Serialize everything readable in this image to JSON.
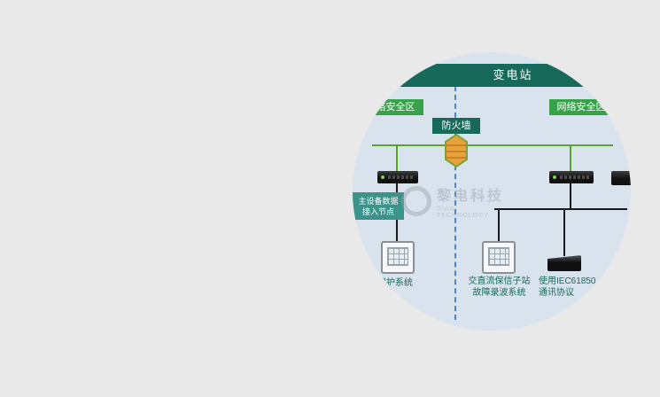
{
  "page": {
    "background": "#e9e9e9"
  },
  "diagram": {
    "header": {
      "label": "变电站"
    },
    "zones": {
      "left_label": "网络安全区",
      "right_label": "网络安全区"
    },
    "firewall": {
      "label": "防火墙"
    },
    "access_node": {
      "line1": "主设备数据",
      "line2": "接入节点"
    },
    "captions": {
      "left_system": "保护系统",
      "middle_line1": "交直流保信子站",
      "middle_line2": "故障录波系统",
      "right_line1": "使用IEC61850",
      "right_line2": "通讯协议"
    },
    "watermark": {
      "title": "黎电科技",
      "subtitle": "DIAN TECHNOLOGY"
    },
    "colors": {
      "page_bg": "#e9e9e9",
      "circle_bg": "#d9e3ed",
      "header_green": "#17695a",
      "zone_green": "#38a24a",
      "line_green": "#5aa42c",
      "dashed_blue": "#4a86c8",
      "node_teal": "#3a948c",
      "firewall_orange": "#e9a23b",
      "bus_black": "#1a1a1a"
    }
  }
}
